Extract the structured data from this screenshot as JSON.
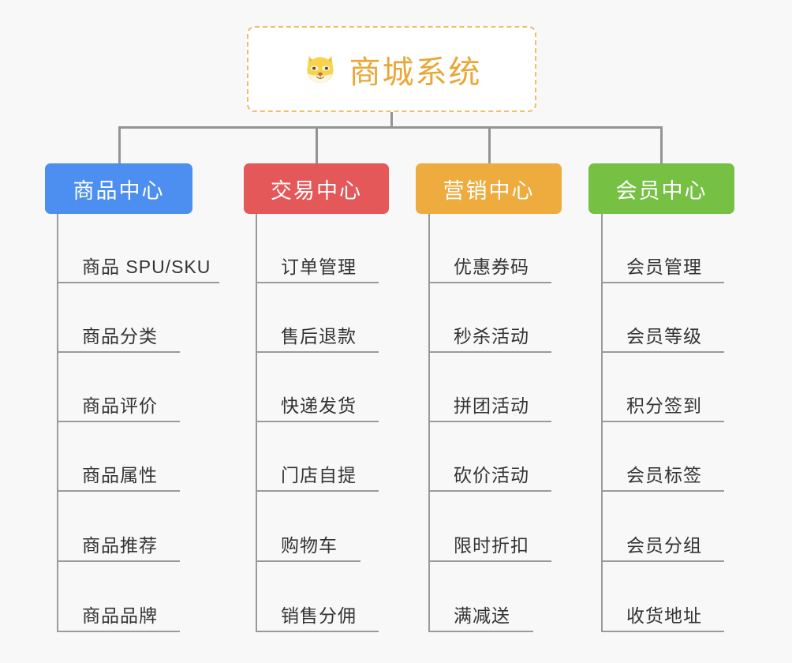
{
  "diagram": {
    "title": "商城系统",
    "root": {
      "label": "商城系统",
      "icon": "shiba-dog-face-emoji",
      "icon_glyph": "🐶",
      "text_color": "#e8a838",
      "border_color": "#eebd6a",
      "background": "#ffffff"
    },
    "background_color": "#f8f8f8",
    "connector_color": "#949494",
    "leaf_text_color": "#333333",
    "leaf_rule_color": "#9a9a9a",
    "branches": [
      {
        "label": "商品中心",
        "color": "#4d8ff0",
        "items": [
          "商品 SPU/SKU",
          "商品分类",
          "商品评价",
          "商品属性",
          "商品推荐",
          "商品品牌"
        ]
      },
      {
        "label": "交易中心",
        "color": "#e4585a",
        "items": [
          "订单管理",
          "售后退款",
          "快递发货",
          "门店自提",
          "购物车",
          "销售分佣"
        ]
      },
      {
        "label": "营销中心",
        "color": "#eeab3e",
        "items": [
          "优惠券码",
          "秒杀活动",
          "拼团活动",
          "砍价活动",
          "限时折扣",
          "满减送"
        ]
      },
      {
        "label": "会员中心",
        "color": "#76c043",
        "items": [
          "会员管理",
          "会员等级",
          "积分签到",
          "会员标签",
          "会员分组",
          "收货地址"
        ]
      }
    ]
  }
}
